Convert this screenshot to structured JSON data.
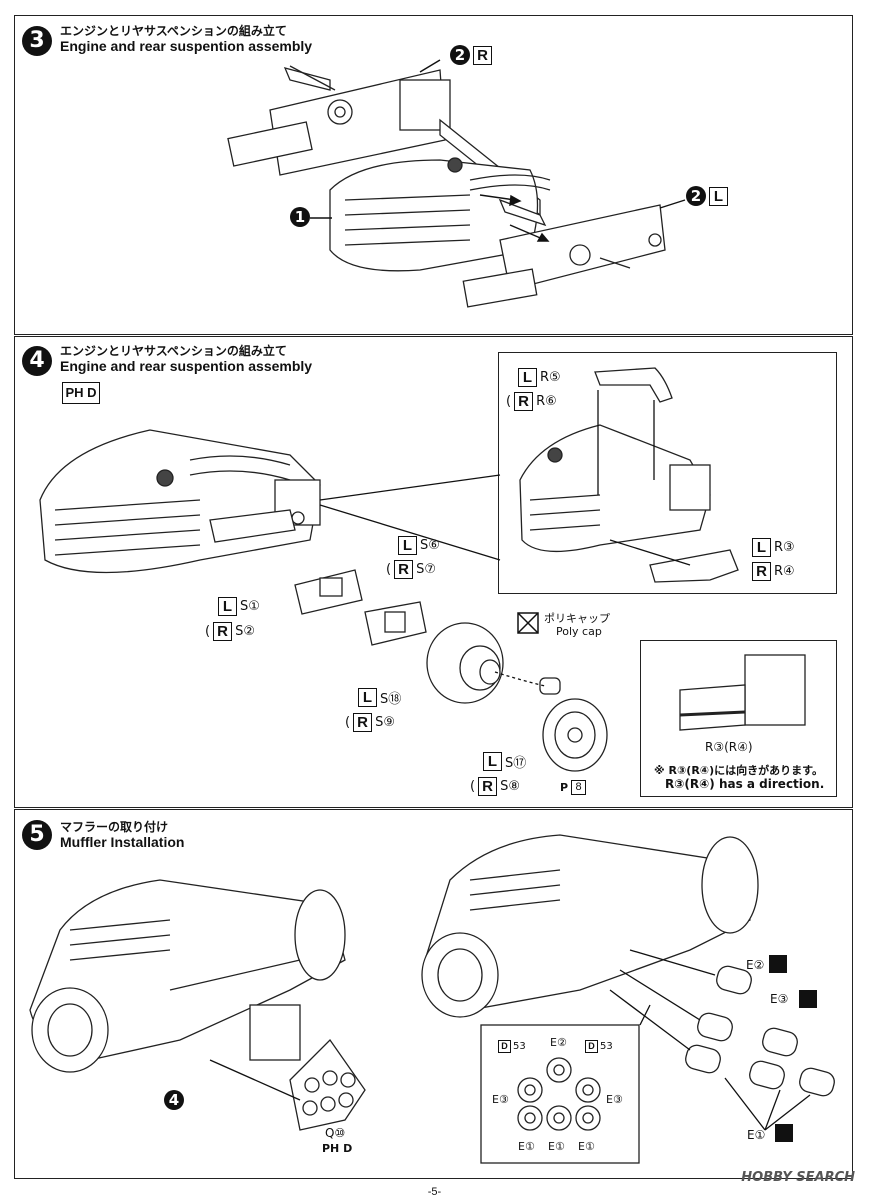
{
  "step3": {
    "number": "3",
    "title_jp": "エンジンとリヤサスペンションの組み立て",
    "title_en": "Engine and rear suspention assembly",
    "callouts": {
      "r_part_num": "2",
      "r_box": "R",
      "l_part_num": "2",
      "l_box": "L",
      "engine_num": "1"
    }
  },
  "step4": {
    "number": "4",
    "title_jp": "エンジンとリヤサスペンションの組み立て",
    "title_en": "Engine and rear suspention assembly",
    "sprue_badge": "PH D",
    "inset_labels": {
      "l_r5_box": "L",
      "l_r5": "R⑤",
      "r_r6_box": "R",
      "r_r6": "R⑥",
      "l_r3_box": "L",
      "l_r3": "R③",
      "r_r4_box": "R",
      "r_r4": "R④"
    },
    "parts": {
      "l_s6_box": "L",
      "l_s6": "S⑥",
      "r_s7_box": "R",
      "r_s7": "S⑦",
      "l_s1_box": "L",
      "l_s1": "S①",
      "r_s2_box": "R",
      "r_s2": "S②",
      "l_s18_box": "L",
      "l_s18": "S⑱",
      "r_s9_box": "R",
      "r_s9": "S⑨",
      "l_s17_box": "L",
      "l_s17": "S⑰",
      "r_s8_box": "R",
      "r_s8": "S⑧",
      "ph8": "8"
    },
    "polycap_jp": "ポリキャップ",
    "polycap_en": "Poly cap",
    "note_part": "R③(R④)",
    "note_jp": "※ R③(R④)には向きがあります。",
    "note_en": "R③(R④) has a direction."
  },
  "step5": {
    "number": "5",
    "title_jp": "マフラーの取り付け",
    "title_en": "Muffler Installation",
    "ref_step": "4",
    "q10": "Q⑩",
    "q10_sprue": "PH D",
    "pipe_labels": {
      "e2": "E②",
      "e3": "E③",
      "e1": "E①"
    },
    "inset": {
      "d53_left": "53",
      "d53_right": "53",
      "d_left": "D",
      "d_right": "D",
      "e2": "E②",
      "e3_left": "E③",
      "e3_right": "E③",
      "e1_a": "E①",
      "e1_b": "E①",
      "e1_c": "E①"
    }
  },
  "footer": {
    "page": "-5-",
    "watermark": "HOBBY SEARCH"
  }
}
